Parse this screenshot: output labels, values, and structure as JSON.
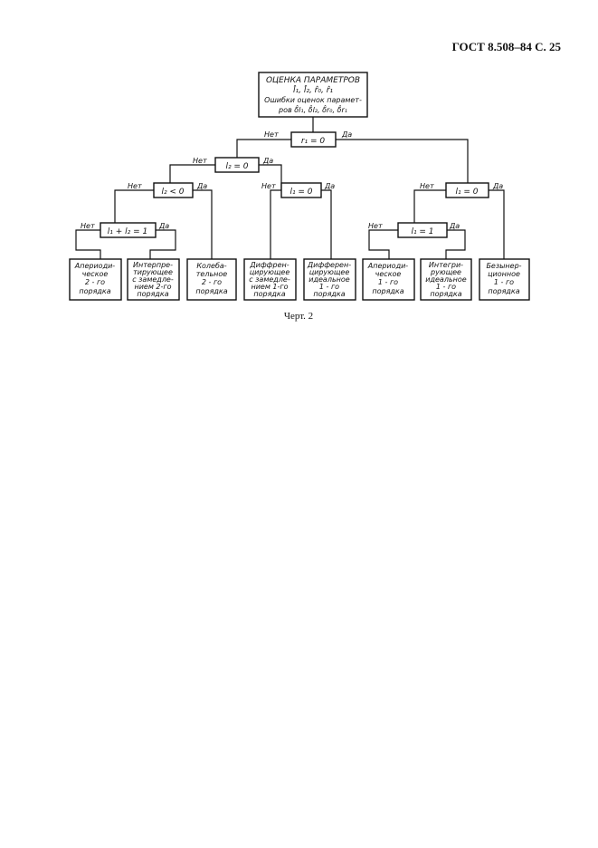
{
  "header": {
    "text": "ГОСТ 8.508–84 С. 25"
  },
  "caption": "Черт. 2",
  "diagram": {
    "root": {
      "lines": [
        "ОЦЕНКА ПАРАМЕТРОВ",
        "l̂₁, l̂₂, r̂₀, r̂₁",
        "Ошибки оценок парамет-",
        "ров δ̂l₁, δ̂l₂, δ̂r₀, δ̂r₁"
      ]
    },
    "decisions": {
      "r1": "r₁ = 0",
      "l2": "l₂ = 0",
      "l2neg": "l₂ < 0",
      "l1_left": "l₁ = 0",
      "l1_right": "l₁ = 0",
      "l1l2": "l₁ + l₂ = 1",
      "l1eq1": "l₁ = 1"
    },
    "labels": {
      "no": "Нет",
      "yes": "Да"
    },
    "leaves": [
      {
        "lines": [
          "Апериоди-",
          "ческое",
          "2 - го",
          "порядка"
        ]
      },
      {
        "lines": [
          "Интерпре-",
          "тирующее",
          "с замедле-",
          "нием 2-го",
          "порядка"
        ]
      },
      {
        "lines": [
          "Колеба-",
          "тельное",
          "2 - го",
          "порядка"
        ]
      },
      {
        "lines": [
          "Диффрен-",
          "цирующее",
          "с замедле-",
          "нием 1-го",
          "порядка"
        ]
      },
      {
        "lines": [
          "Дифферен-",
          "цирующее",
          "идеальное",
          "1 - го",
          "порядка"
        ]
      },
      {
        "lines": [
          "Апериоди-",
          "ческое",
          "1 - го",
          "порядка"
        ]
      },
      {
        "lines": [
          "Интегри-",
          "рующее",
          "идеальное",
          "1 - го",
          "порядка"
        ]
      },
      {
        "lines": [
          "Безынер-",
          "ционное",
          "1 - го",
          "порядка"
        ]
      }
    ]
  }
}
